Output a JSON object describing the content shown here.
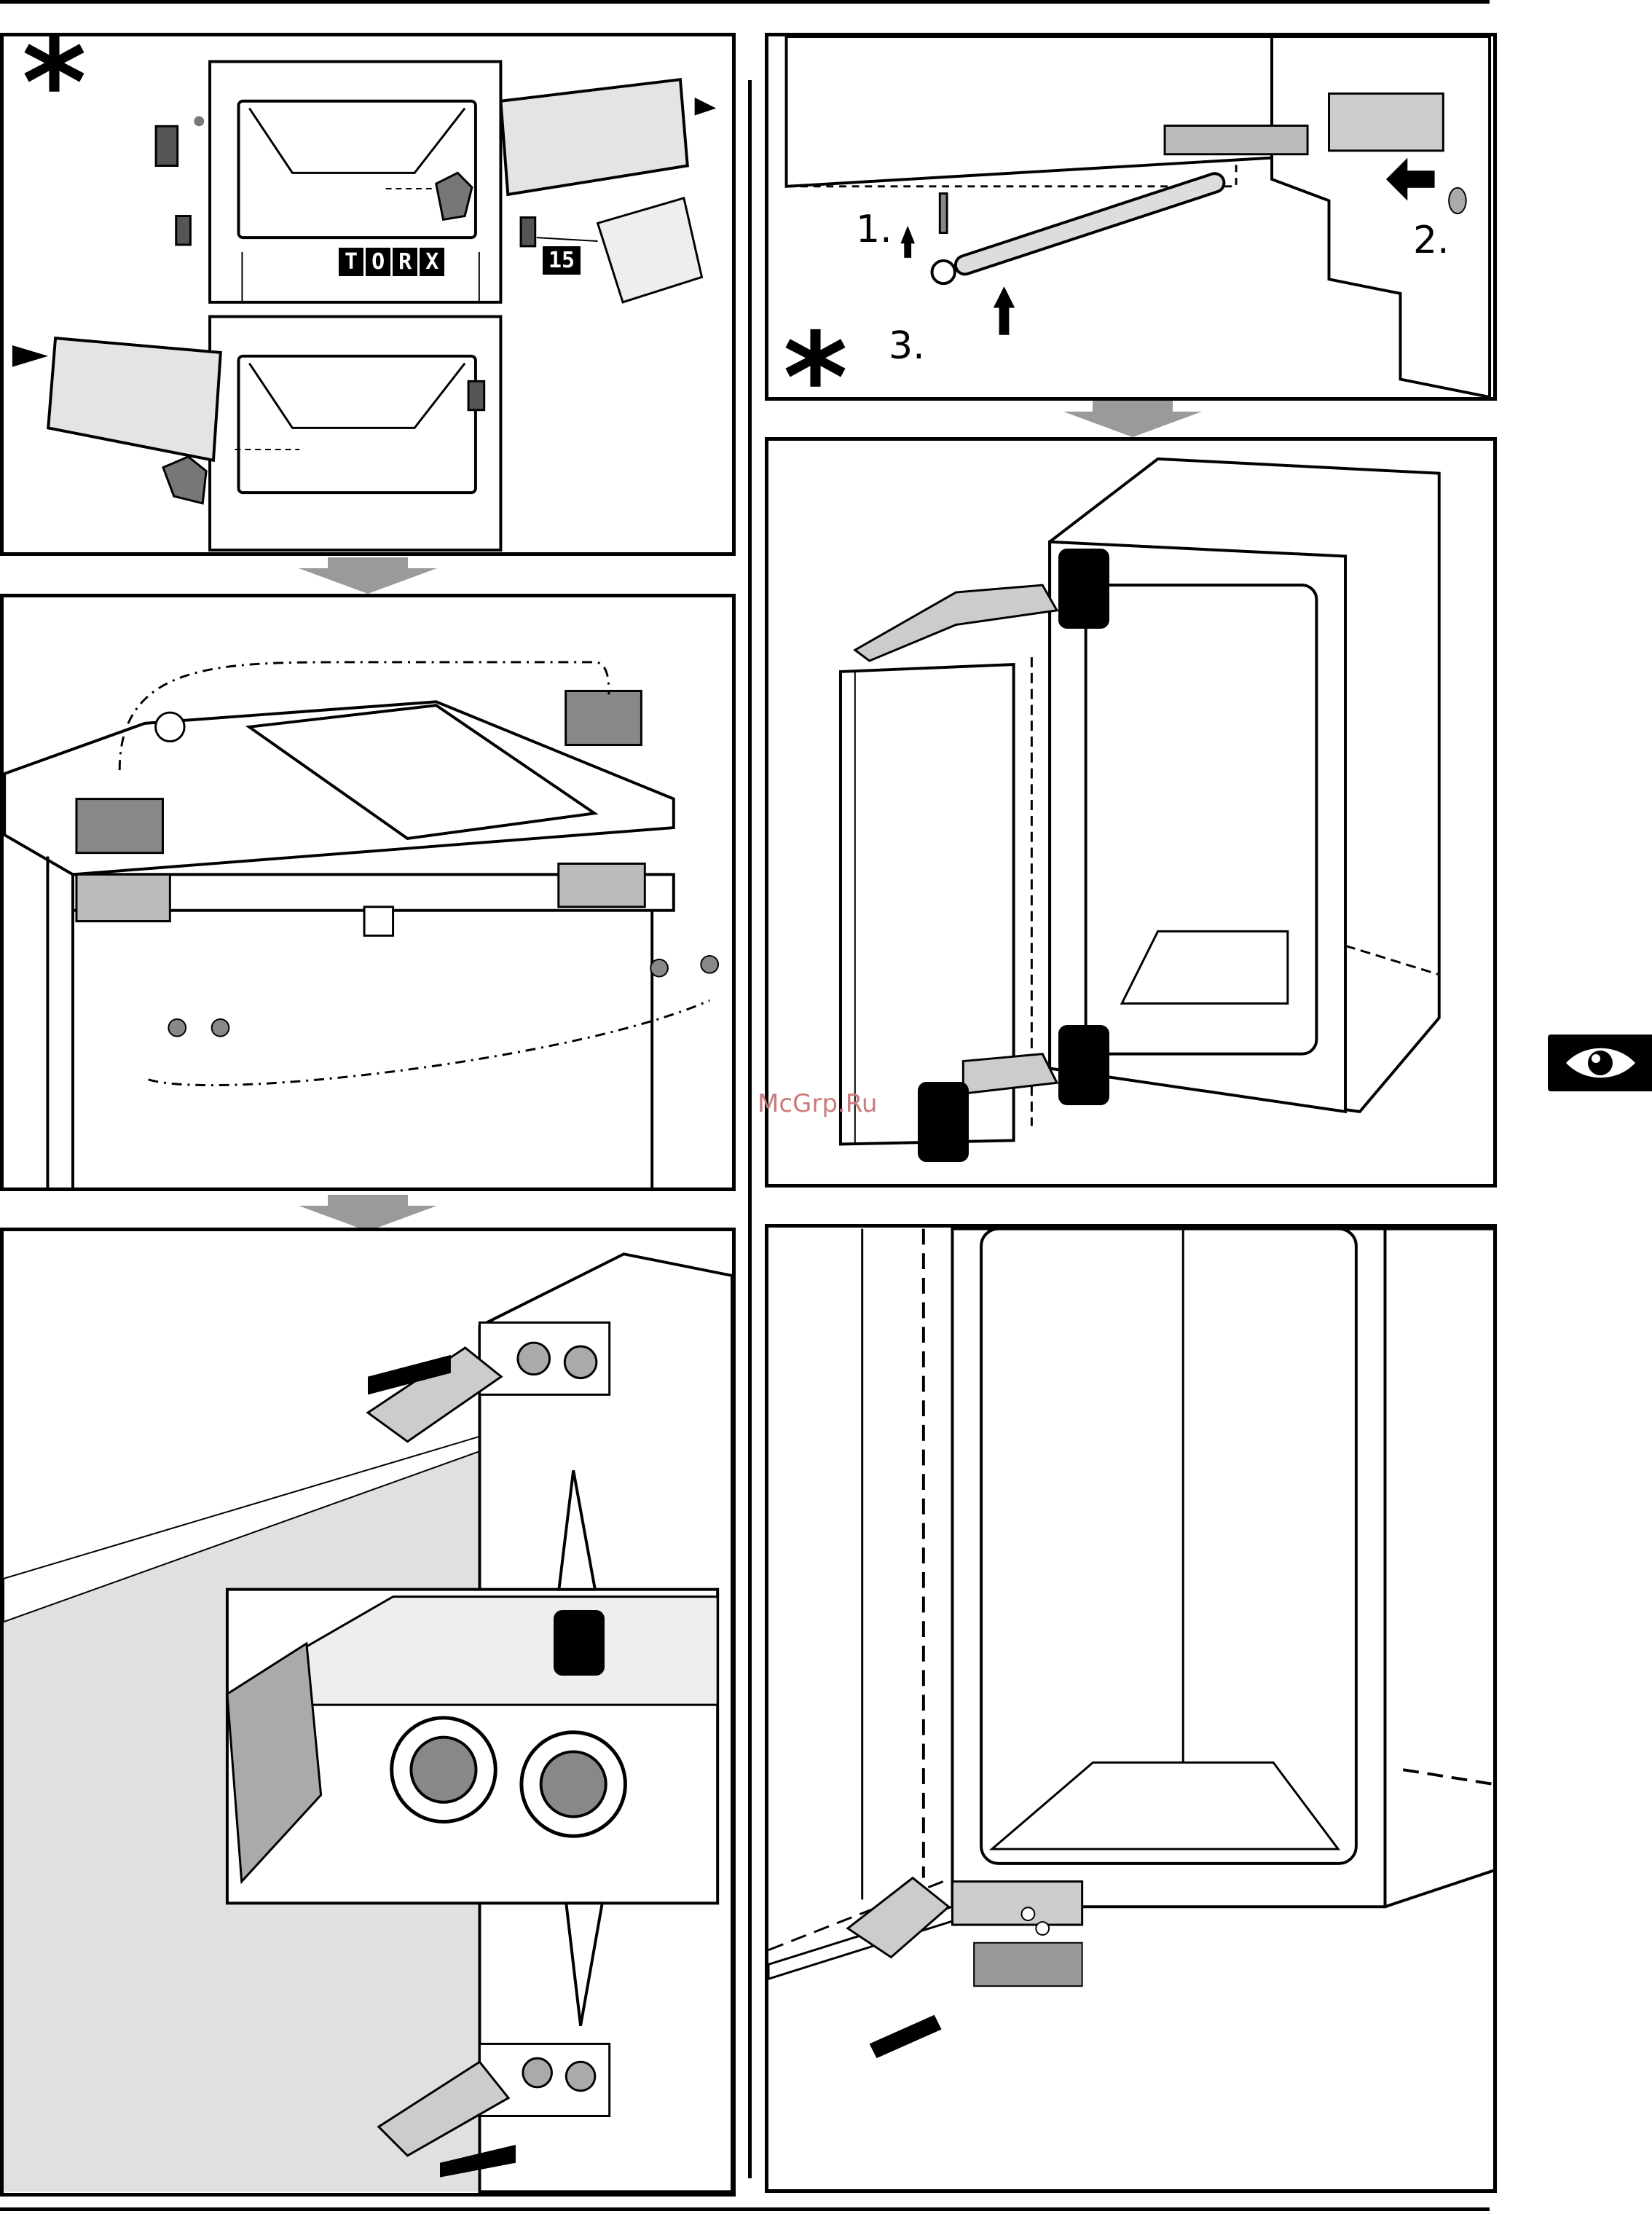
{
  "watermark": "McGrp.Ru",
  "panel_1": {
    "tool_torx_letters": [
      "T",
      "O",
      "R",
      "X"
    ],
    "tool_size": "15",
    "optional_marker": "*"
  },
  "panel_4": {
    "step_1": "1.",
    "step_2": "2.",
    "step_3": "3.",
    "optional_marker": "*"
  },
  "side_tab": {
    "icon": "eye-icon"
  },
  "colors": {
    "ink": "#000000",
    "arrow_grey": "#9a9a9a",
    "fill_grey": "#dddddd",
    "watermark": "#c97c7c"
  }
}
